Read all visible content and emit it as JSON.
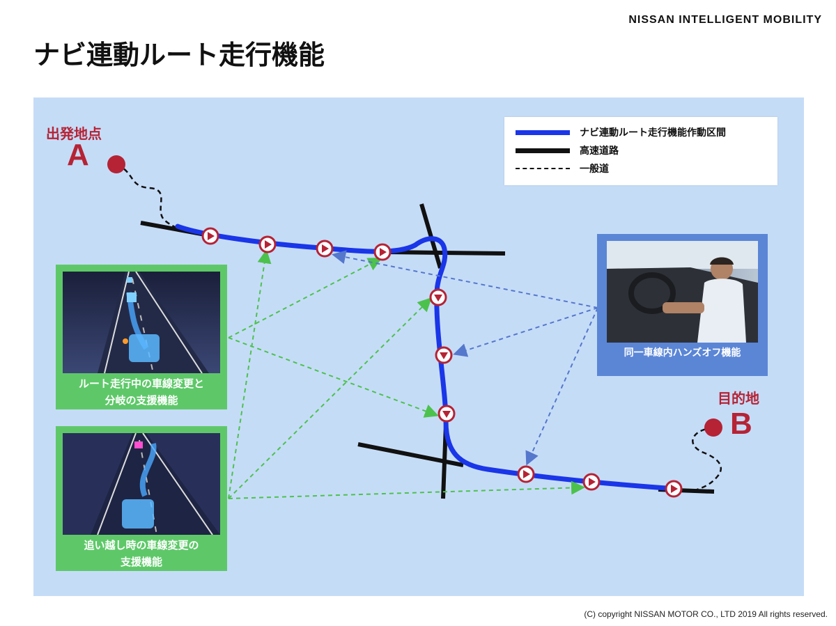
{
  "header": {
    "brand": "NISSAN INTELLIGENT MOBILITY",
    "title": "ナビ連動ルート走行機能"
  },
  "legend": {
    "items": [
      {
        "label": "ナビ連動ルート走行機能作動区間",
        "style": "blue-solid"
      },
      {
        "label": "高速道路",
        "style": "black-solid"
      },
      {
        "label": "一般道",
        "style": "black-dashed"
      }
    ]
  },
  "origin": {
    "label": "出発地点",
    "letter": "A"
  },
  "destination": {
    "label": "目的地",
    "letter": "B"
  },
  "cards": {
    "lane_change_branch": {
      "caption_line1": "ルート走行中の車線変更と",
      "caption_line2": "分岐の支援機能"
    },
    "overtake": {
      "caption_line1": "追い越し時の車線変更の",
      "caption_line2": "支援機能"
    },
    "hands_off": {
      "caption": "同一車線内ハンズオフ機能"
    }
  },
  "colors": {
    "route_blue": "#1a36e8",
    "highway": "#111111",
    "marker_red": "#b52335",
    "panel_bg": "#c5dcf7",
    "green_card": "#5ec869",
    "blue_card": "#5b86d6",
    "green_arrow": "#4cc24c",
    "blue_arrow": "#5577cc"
  },
  "footer": {
    "copyright": "(C) copyright NISSAN MOTOR CO., LTD 2019 All rights reserved."
  }
}
